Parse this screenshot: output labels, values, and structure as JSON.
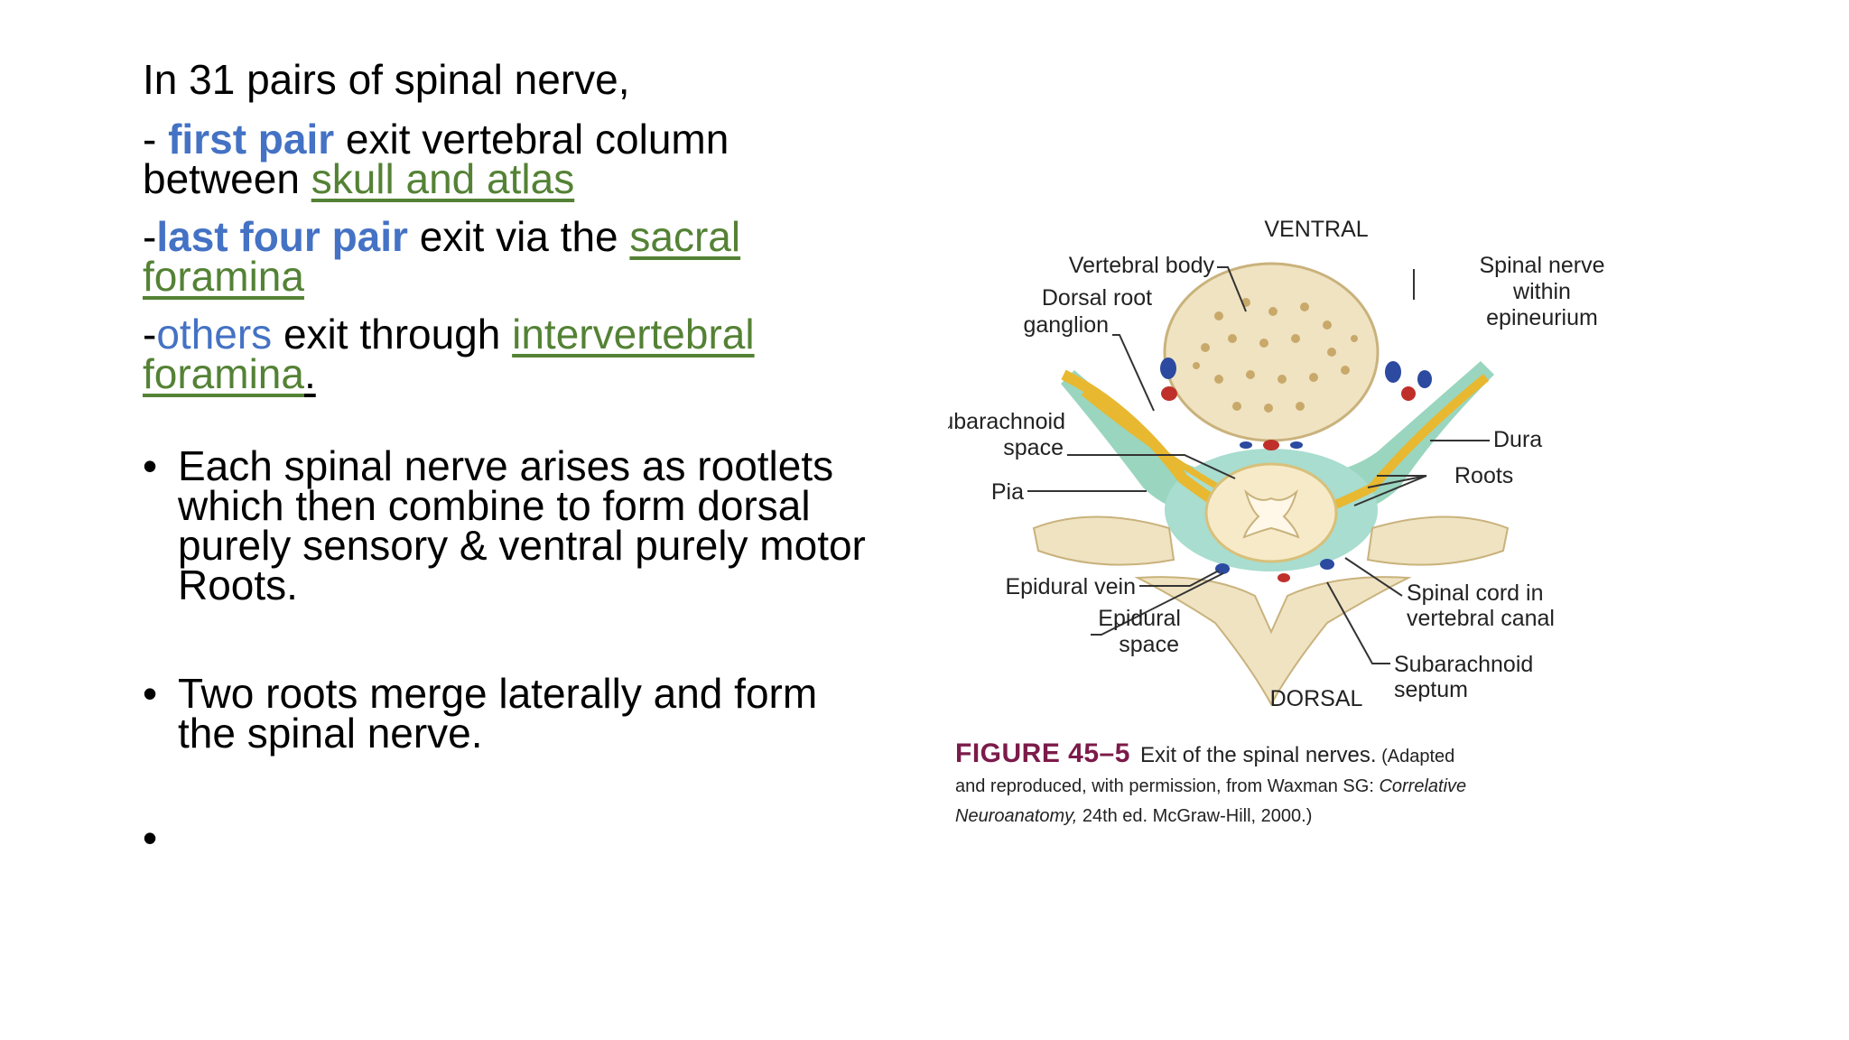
{
  "text": {
    "intro": "In 31 pairs of spinal nerve,",
    "first": {
      "prefix": "- ",
      "term": "first pair",
      "mid": " exit vertebral column between ",
      "link": "skull and atlas"
    },
    "last": {
      "prefix": "-",
      "term": "last four pair",
      "mid": " exit via the ",
      "link": "sacral foramina"
    },
    "others": {
      "prefix": "-",
      "term": "others",
      "mid": " exit through ",
      "link": "intervertebral foramina",
      "end": "."
    },
    "bullets": [
      "Each spinal nerve arises as rootlets which then combine to form dorsal purely sensory & ventral purely motor Roots.",
      "Two roots merge laterally and form the spinal nerve.",
      ""
    ],
    "bullet_char": "•"
  },
  "figure": {
    "labels": {
      "ventral": "VENTRAL",
      "dorsal": "DORSAL",
      "vertebral_body": "Vertebral body",
      "drg_1": "Dorsal root",
      "drg_2": "ganglion",
      "sn_1": "Spinal nerve",
      "sn_2": "within",
      "sn_3": "epineurium",
      "subarach_1": "Subarachnoid",
      "subarach_2": "space",
      "dura": "Dura",
      "pia": "Pia",
      "roots": "Roots",
      "epidural_vein": "Epidural vein",
      "epidural_space_1": "Epidural",
      "epidural_space_2": "space",
      "cord_1": "Spinal cord in",
      "cord_2": "vertebral canal",
      "septum_1": "Subarachnoid",
      "septum_2": "septum"
    },
    "caption": {
      "number": "FIGURE 45–5",
      "title": "Exit of the spinal nerves.",
      "adapted": "(Adapted",
      "line2": "and reproduced, with permission, from Waxman SG: ",
      "line2_italic": "Correlative",
      "line3_italic": "Neuroanatomy,",
      "line3": " 24th ed. McGraw-Hill, 2000.)"
    },
    "colors": {
      "bone": "#efe3c2",
      "bone_dots": "#c9a96a",
      "dura": "#8fd0b8",
      "root": "#e8b830",
      "cord": "#f7eac8",
      "vein_blue": "#2b4aa0",
      "artery_red": "#c0302a"
    }
  }
}
